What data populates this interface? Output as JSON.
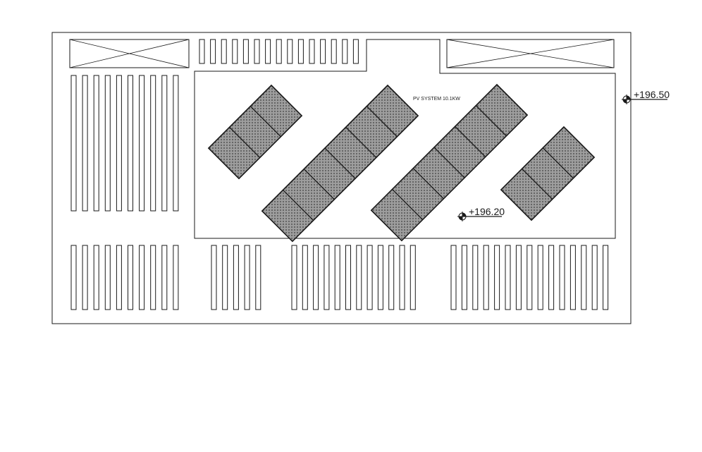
{
  "system_label": "PV SYSTEM 10.1KW",
  "elevations": {
    "outer": {
      "prefix": "+196.",
      "suffix": "50"
    },
    "roof": {
      "prefix": "+196.",
      "suffix": "20"
    }
  },
  "colors": {
    "ink": "#1a1a1a",
    "panel_fill": "#9e9e9e",
    "panel_texture": "#606060",
    "background": "#ffffff"
  },
  "pv_arrays": [
    {
      "name": "array-1",
      "panels": 3
    },
    {
      "name": "array-2",
      "panels": 6
    },
    {
      "name": "array-3",
      "panels": 6
    },
    {
      "name": "array-4",
      "panels": 3
    }
  ],
  "icons": {
    "benchmark": "elevation-benchmark-icon",
    "skylight": "crossed-box-icon"
  }
}
